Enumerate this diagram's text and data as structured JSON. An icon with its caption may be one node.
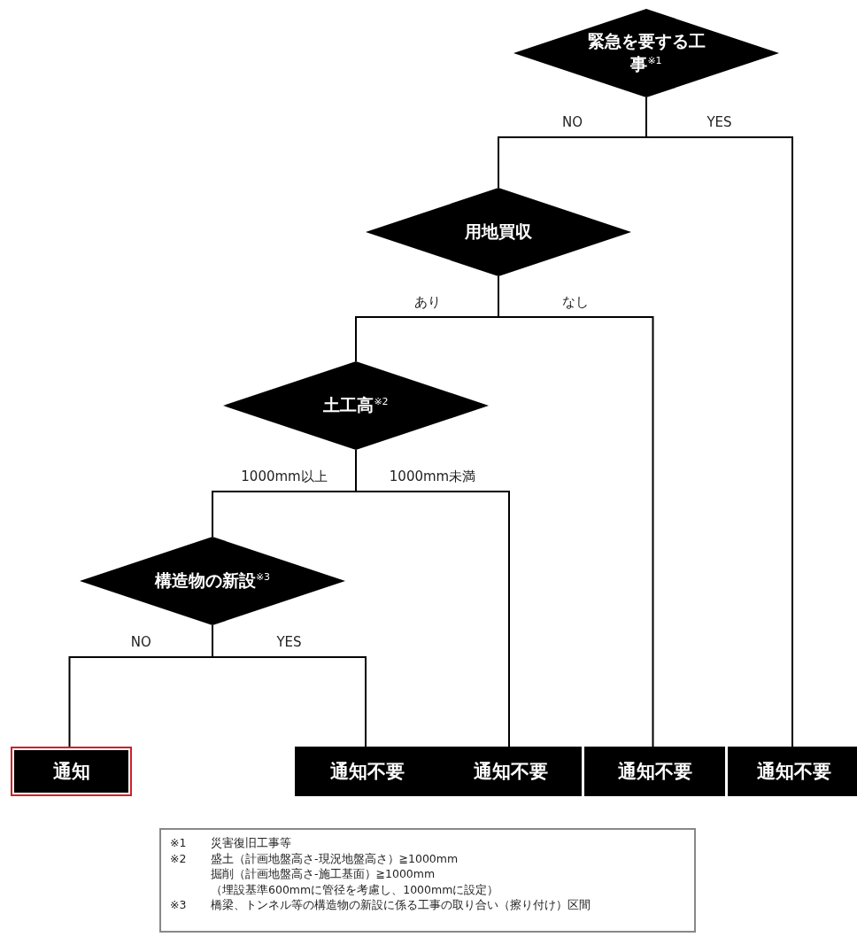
{
  "diagram": {
    "nodes": [
      {
        "text": [
          "緊急を要する工事$^{※1}$"
        ]
      },
      {
        "text": [
          "用地買収"
        ]
      },
      {
        "text": [
          "土工高$^{※2}$"
        ]
      },
      {
        "text": [
          "構造物の新設$^{※3}$"
        ]
      },
      {
        "text": [
          "通知"
        ]
      },
      {
        "text": [
          "通知不要"
        ]
      },
      {
        "text": [
          "通知不要"
        ]
      },
      {
        "text": [
          "通知不要"
        ]
      },
      {
        "text": [
          "通知不要"
        ]
      }
    ],
    "edges": [
      {
        "from": 0,
        "to": 1,
        "arrow": "none",
        "label": "NO"
      },
      {
        "from": 0,
        "to": 8,
        "arrow": "none",
        "label": "YES"
      },
      {
        "from": 1,
        "to": 2,
        "arrow": "none",
        "label": "あり"
      },
      {
        "from": 1,
        "to": 7,
        "arrow": "none",
        "label": "なし"
      },
      {
        "from": 2,
        "to": 3,
        "arrow": "none",
        "label": "1000mm以上"
      },
      {
        "from": 2,
        "to": 6,
        "arrow": "none",
        "label": "1000mm未満"
      },
      {
        "from": 3,
        "to": 4,
        "arrow": "none",
        "label": "NO"
      },
      {
        "from": 3,
        "to": 5,
        "arrow": "none",
        "label": "YES"
      }
    ],
    "labels": [
      "※1",
      "災害復旧工事等",
      "※2",
      "盛土（計画地盤高さ-現況地盤高さ）≧1000mm",
      "掘削（計画地盤高さ-施工基面）≧1000mm",
      "（埋設基準600mmに管径を考慮し、1000mmに設定）",
      "※3",
      "橋梁、トンネル等の構造物の新設に係る工事の取り合い（擦り付け）区間"
    ]
  }
}
